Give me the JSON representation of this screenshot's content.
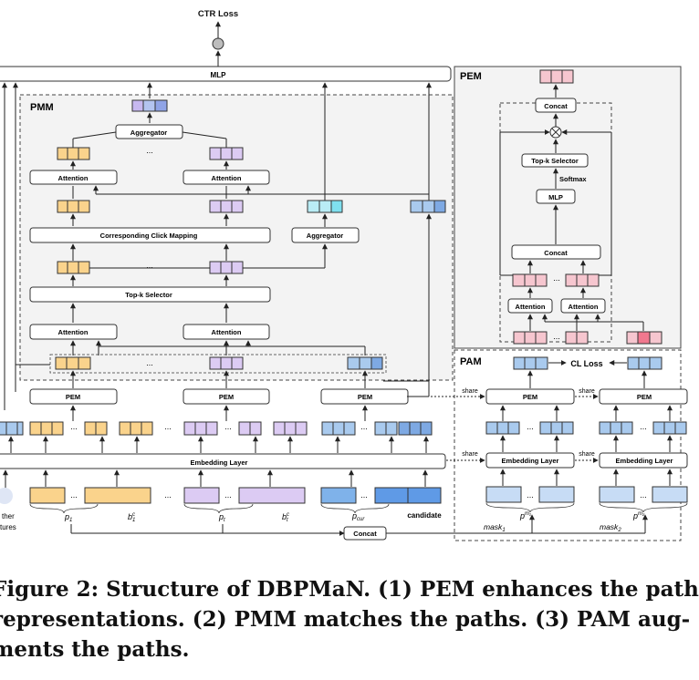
{
  "title": "CTR Loss",
  "mlp": "MLP",
  "sections": {
    "pmm": "PMM",
    "pem": "PEM",
    "pam": "PAM"
  },
  "pmm": {
    "aggregator": "Aggregator",
    "attention": "Attention",
    "mapping": "Corresponding Click Mapping",
    "topk": "Top-k Selector",
    "dots": "..."
  },
  "pem_detail": {
    "concat": "Concat",
    "topk": "Top-k Selector",
    "softmax": "Softmax",
    "mlp": "MLP",
    "attention": "Attention"
  },
  "pam": {
    "cl_loss": "CL Loss",
    "pem": "PEM",
    "embedding": "Embedding Layer",
    "share": "share"
  },
  "bottom": {
    "pem": "PEM",
    "embedding": "Embedding Layer",
    "concat": "Concat",
    "other_features": [
      "ther",
      "tures"
    ],
    "candidate": "candidate",
    "labels": [
      "p",
      "b",
      "p",
      "b",
      "p"
    ],
    "subs": [
      "1",
      "1",
      "t",
      "t",
      "cur"
    ],
    "sups": [
      "",
      "c",
      "",
      "c",
      ""
    ],
    "mask_labels": [
      "mask",
      "mask"
    ],
    "mask_subs": [
      "1",
      "2"
    ],
    "pm_labels": [
      "p",
      "p"
    ],
    "pm_sups": [
      "m₁",
      "m₂"
    ]
  },
  "caption": [
    "Figure 2: Structure of DBPMaN. (1) PEM enhances the path",
    "representations. (2) PMM matches the paths. (3) PAM aug-",
    "ments the paths."
  ],
  "colors": {
    "orange": "#fad38c",
    "purple": "#dccbf3",
    "blue": "#a9caee",
    "cyan": "#b9ecf5",
    "pink": "#f6c6cf",
    "mixed": "#b9b3ee"
  }
}
